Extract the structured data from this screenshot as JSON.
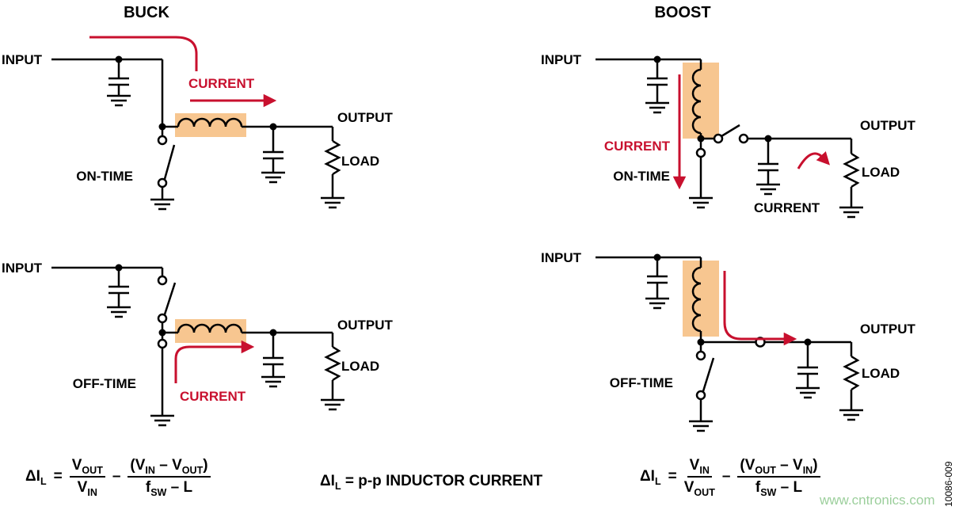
{
  "colors": {
    "line": "#000000",
    "accent_red": "#c8102e",
    "inductor_highlight": "#f7c690",
    "watermark_green": "#9ccf9c"
  },
  "titles": {
    "buck": "BUCK",
    "boost": "BOOST"
  },
  "buck_on": {
    "input_label": "INPUT",
    "current_label": "CURRENT",
    "switch_label": "ON-TIME",
    "output_label": "OUTPUT",
    "load_label": "LOAD"
  },
  "buck_off": {
    "input_label": "INPUT",
    "current_label": "CURRENT",
    "switch_label": "OFF-TIME",
    "output_label": "OUTPUT",
    "load_label": "LOAD"
  },
  "boost_on": {
    "input_label": "INPUT",
    "current_label": "CURRENT",
    "switch_label": "ON-TIME",
    "output_label": "OUTPUT",
    "load_label": "LOAD",
    "load_current_label": "CURRENT"
  },
  "boost_off": {
    "input_label": "INPUT",
    "switch_label": "OFF-TIME",
    "output_label": "OUTPUT",
    "load_label": "LOAD"
  },
  "formulas": {
    "buck": {
      "lhs_base": "ΔI",
      "lhs_sub": "L",
      "equals": "=",
      "num1_base": "V",
      "num1_sub": "OUT",
      "den1_base": "V",
      "den1_sub": "IN",
      "operator": "–",
      "num2_p1": "(V",
      "num2_s1": "IN",
      "num2_p2": " – V",
      "num2_s2": "OUT",
      "num2_p3": ")",
      "den2_p1": "f",
      "den2_s1": "SW",
      "den2_p2": " – L"
    },
    "legend": {
      "lhs_base": "ΔI",
      "lhs_sub": "L",
      "text": " = p-p INDUCTOR CURRENT"
    },
    "boost": {
      "lhs_base": "ΔI",
      "lhs_sub": "L",
      "equals": "=",
      "num1_base": "V",
      "num1_sub": "IN",
      "den1_base": "V",
      "den1_sub": "OUT",
      "operator": "–",
      "num2_p1": "(V",
      "num2_s1": "OUT",
      "num2_p2": " – V",
      "num2_s2": "IN",
      "num2_p3": ")",
      "den2_p1": "f",
      "den2_s1": "SW",
      "den2_p2": " – L"
    }
  },
  "watermark": "www.cntronics.com",
  "figure_id": "10086-009"
}
